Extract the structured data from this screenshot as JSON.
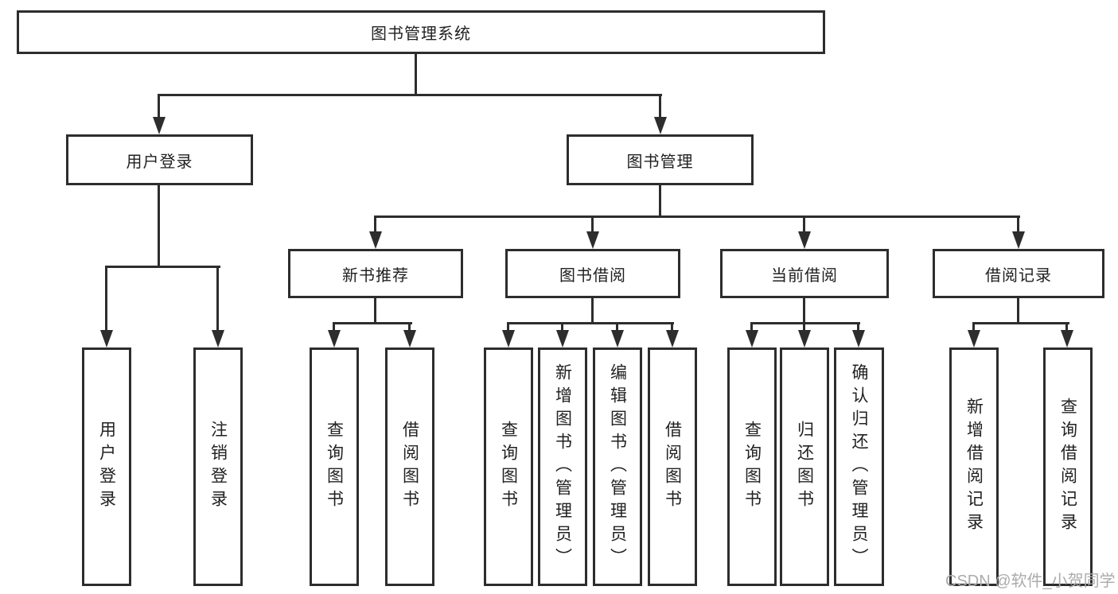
{
  "diagram": {
    "root": {
      "label": "图书管理系统"
    },
    "branches": [
      {
        "label": "用户登录",
        "children": [
          {
            "label": "用户登录"
          },
          {
            "label": "注销登录"
          }
        ]
      },
      {
        "label": "图书管理",
        "children": [
          {
            "label": "新书推荐",
            "children": [
              {
                "label": "查询图书"
              },
              {
                "label": "借阅图书"
              }
            ]
          },
          {
            "label": "图书借阅",
            "children": [
              {
                "label": "查询图书"
              },
              {
                "label": "新增图书（管理员）"
              },
              {
                "label": "编辑图书（管理员）"
              },
              {
                "label": "借阅图书"
              }
            ]
          },
          {
            "label": "当前借阅",
            "children": [
              {
                "label": "查询图书"
              },
              {
                "label": "归还图书"
              },
              {
                "label": "确认归还（管理员）"
              }
            ]
          },
          {
            "label": "借阅记录",
            "children": [
              {
                "label": "新增借阅记录"
              },
              {
                "label": "查询借阅记录"
              }
            ]
          }
        ]
      }
    ]
  },
  "watermark": {
    "text": "CSDN @软件_小贺同学"
  },
  "colors": {
    "line": "#2d2d2d",
    "text": "#212121",
    "watermark": "#ababab",
    "background": "#ffffff"
  }
}
